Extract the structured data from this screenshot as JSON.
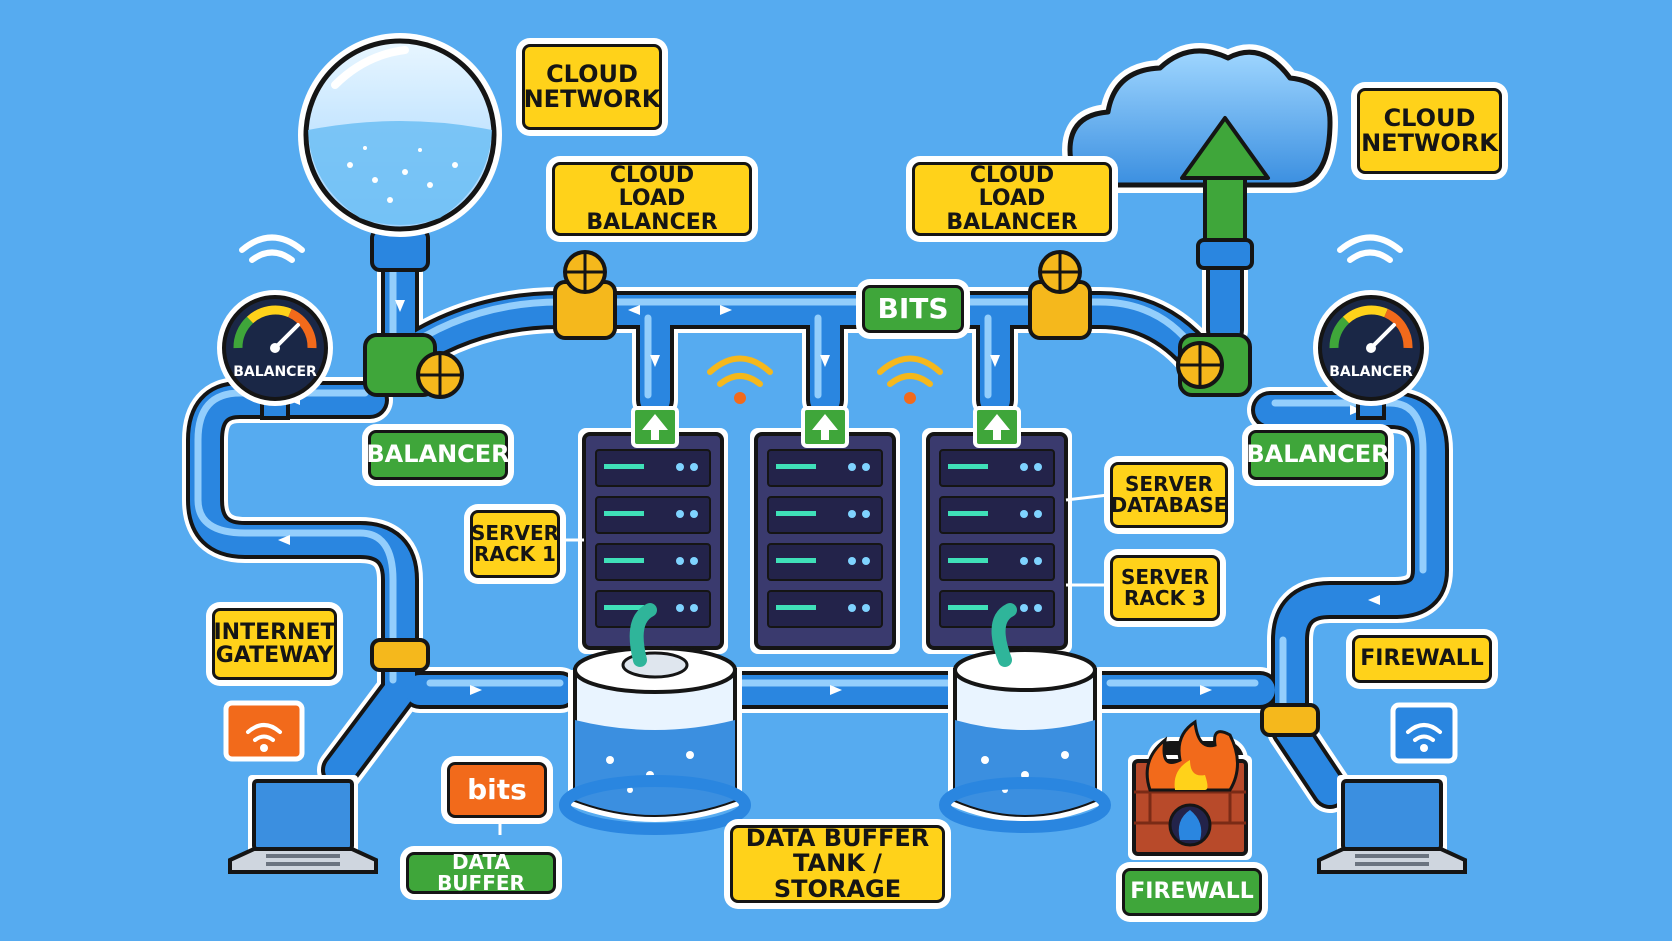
{
  "labels": {
    "cloud_network_left": "CLOUD\nNETWORK",
    "cloud_network_right": "CLOUD\nNETWORK",
    "load_balancer_left": "CLOUD\nLOAD BALANCER",
    "load_balancer_right": "CLOUD\nLOAD BALANCER",
    "bits_top": "BITS",
    "balancer_left": "BALANCER",
    "balancer_right": "BALANCER",
    "gauge_left": "BALANCER",
    "gauge_right": "BALANCER",
    "server_rack_1": "SERVER\nRACK 1",
    "server_database": "SERVER\nDATABASE",
    "server_rack_3": "SERVER\nRACK 3",
    "internet_gateway": "INTERNET\nGATEWAY",
    "firewall_top": "FIREWALL",
    "firewall_bottom": "FIREWALL",
    "bits_small": "bits",
    "data_buffer": "DATA BUFFER",
    "data_buffer_tank": "DATA BUFFER\nTANK / STORAGE"
  },
  "colors": {
    "background": "#56abf0",
    "pipe": "#2a86e0",
    "pipe_highlight": "#9fd6ff",
    "label_yellow": "#ffd21a",
    "label_green": "#3fa63a",
    "label_orange": "#f26a1b",
    "server": "#3a3a6e",
    "outline": "#151515",
    "valve": "#f5b81c",
    "arrow_green": "#3fa63a",
    "flame": "#f26a1b",
    "water": "#3b8fe0"
  },
  "icons": [
    "globe-water-tank-icon",
    "cloud-icon",
    "gauge-icon",
    "valve-icon",
    "server-rack-icon",
    "wifi-icon",
    "storage-tank-icon",
    "laptop-icon",
    "firewall-icon",
    "upload-arrow-icon"
  ]
}
